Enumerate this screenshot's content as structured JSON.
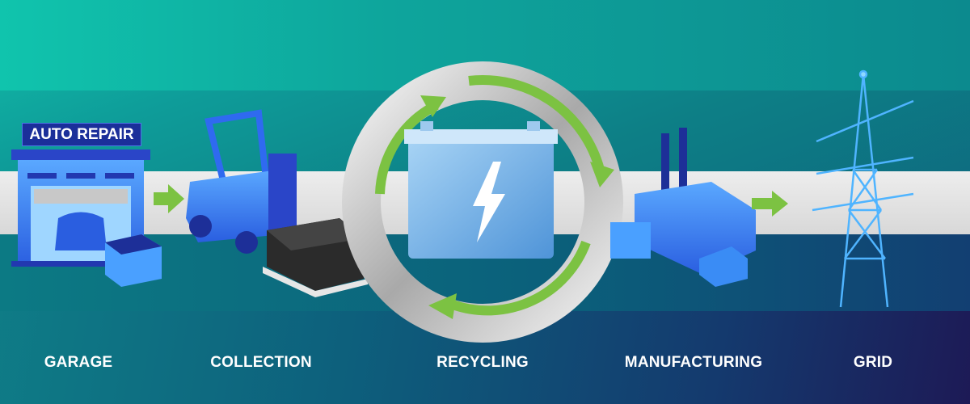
{
  "garage": {
    "sign": "AUTO REPAIR",
    "label": "GARAGE"
  },
  "collection": {
    "label": "COLLECTION"
  },
  "recycling": {
    "label": "RECYCLING"
  },
  "manufacturing": {
    "label": "MANUFACTURING"
  },
  "grid": {
    "label": "GRID"
  },
  "colors": {
    "arrow": "#7cc242",
    "icon_blue": "#2f7df0",
    "ring": "#d0d0d0",
    "label": "#ffffff"
  }
}
